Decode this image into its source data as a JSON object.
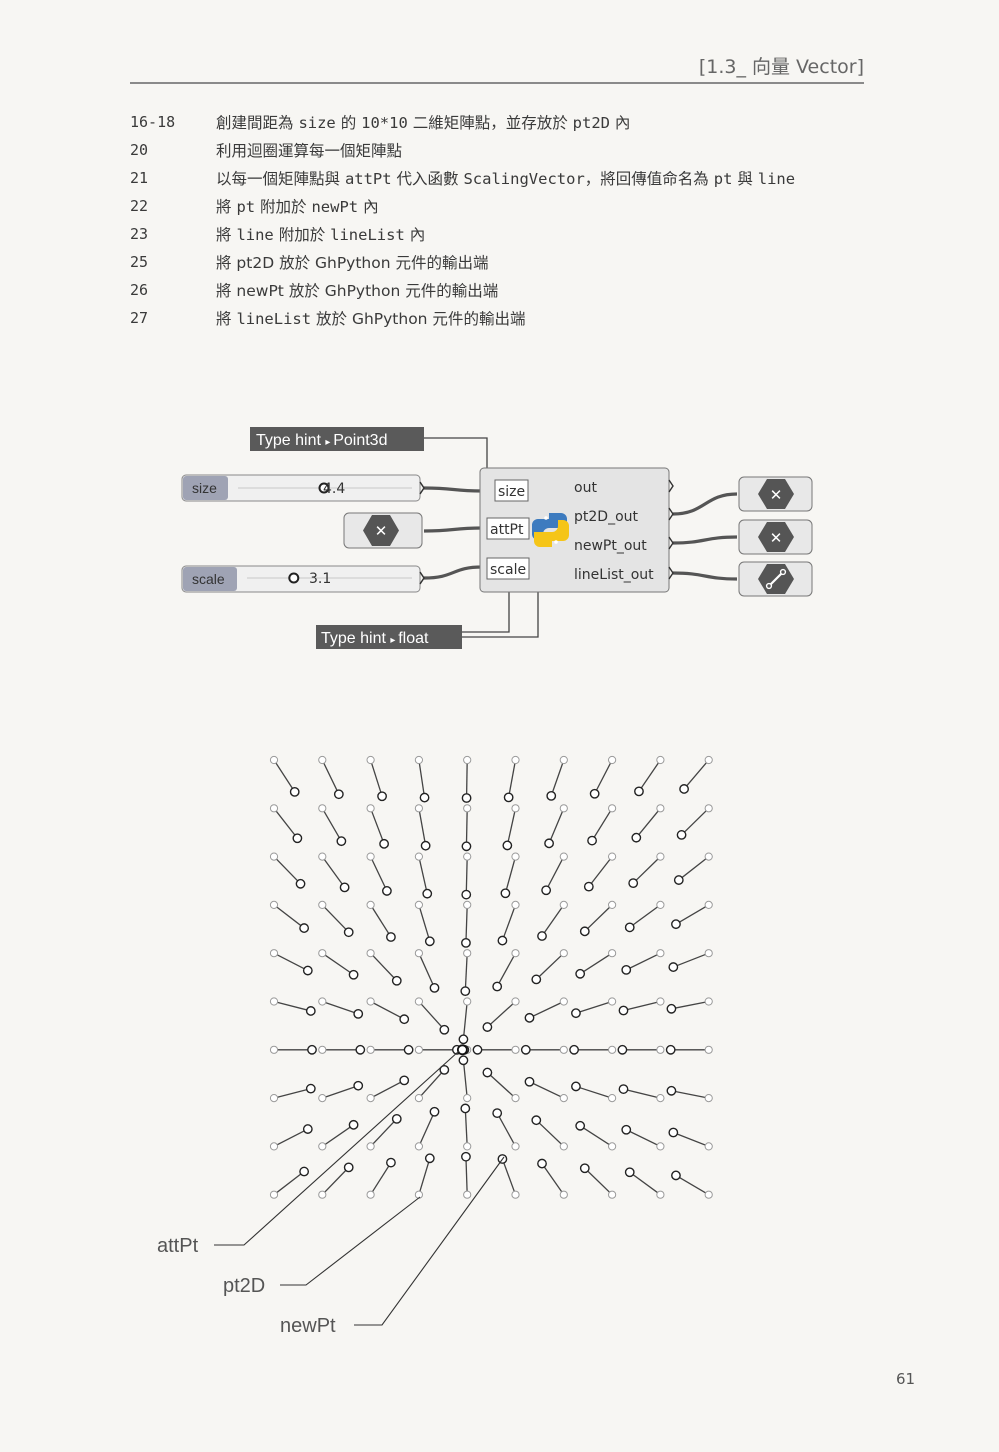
{
  "header": {
    "section": "[1.3_ 向量 Vector]"
  },
  "code_lines": [
    {
      "num": "16-18",
      "parts": [
        {
          "t": "創建間距為 "
        },
        {
          "t": "size",
          "mono": true
        },
        {
          "t": " 的 "
        },
        {
          "t": "10*10",
          "mono": true
        },
        {
          "t": " 二維矩陣點，並存放於 "
        },
        {
          "t": "pt2D",
          "mono": true
        },
        {
          "t": " 內"
        }
      ]
    },
    {
      "num": "20",
      "parts": [
        {
          "t": "利用迴圈運算每一個矩陣點"
        }
      ]
    },
    {
      "num": "21",
      "parts": [
        {
          "t": "以每一個矩陣點與 "
        },
        {
          "t": "attPt",
          "mono": true
        },
        {
          "t": " 代入函數 "
        },
        {
          "t": "ScalingVector",
          "mono": true
        },
        {
          "t": "，將回傳值命名為 "
        },
        {
          "t": "pt",
          "mono": true
        },
        {
          "t": " 與 "
        },
        {
          "t": "line",
          "mono": true
        }
      ]
    },
    {
      "num": "22",
      "parts": [
        {
          "t": "將 "
        },
        {
          "t": "pt",
          "mono": true
        },
        {
          "t": " 附加於 "
        },
        {
          "t": "newPt",
          "mono": true
        },
        {
          "t": " 內"
        }
      ]
    },
    {
      "num": "23",
      "parts": [
        {
          "t": "將 "
        },
        {
          "t": "line",
          "mono": true
        },
        {
          "t": " 附加於 "
        },
        {
          "t": "lineList",
          "mono": true
        },
        {
          "t": " 內"
        }
      ]
    },
    {
      "num": "25",
      "parts": [
        {
          "t": "將 pt2D 放於 GhPython 元件的輸出端"
        }
      ]
    },
    {
      "num": "26",
      "parts": [
        {
          "t": "將 newPt 放於 GhPython 元件的輸出端"
        }
      ]
    },
    {
      "num": "27",
      "parts": [
        {
          "t": "將 "
        },
        {
          "t": "lineList",
          "mono": true
        },
        {
          "t": " 放於 GhPython 元件的輸出端"
        }
      ]
    }
  ],
  "gh_definition": {
    "type_hint_top": {
      "label": "Type hint",
      "value": "Point3d"
    },
    "type_hint_bottom": {
      "label": "Type hint",
      "value": "float"
    },
    "slider_size": {
      "label": "size",
      "value": "4.4",
      "fraction": 0.5
    },
    "slider_scale": {
      "label": "scale",
      "value": "3.1",
      "fraction": 0.28
    },
    "inputs": [
      "size",
      "attPt",
      "scale"
    ],
    "outputs": [
      "out",
      "pt2D_out",
      "newPt_out",
      "lineList_out"
    ],
    "colors": {
      "param_dark": "#555555",
      "component_fill": "#e4e4e4",
      "slider_label": "#9fa3b4"
    }
  },
  "vector_field": {
    "grid_n": 10,
    "attractor": [
      3.9,
      6.0
    ],
    "scale": 3.1,
    "callouts": [
      "attPt",
      "pt2D",
      "newPt"
    ]
  },
  "page_number": "61"
}
